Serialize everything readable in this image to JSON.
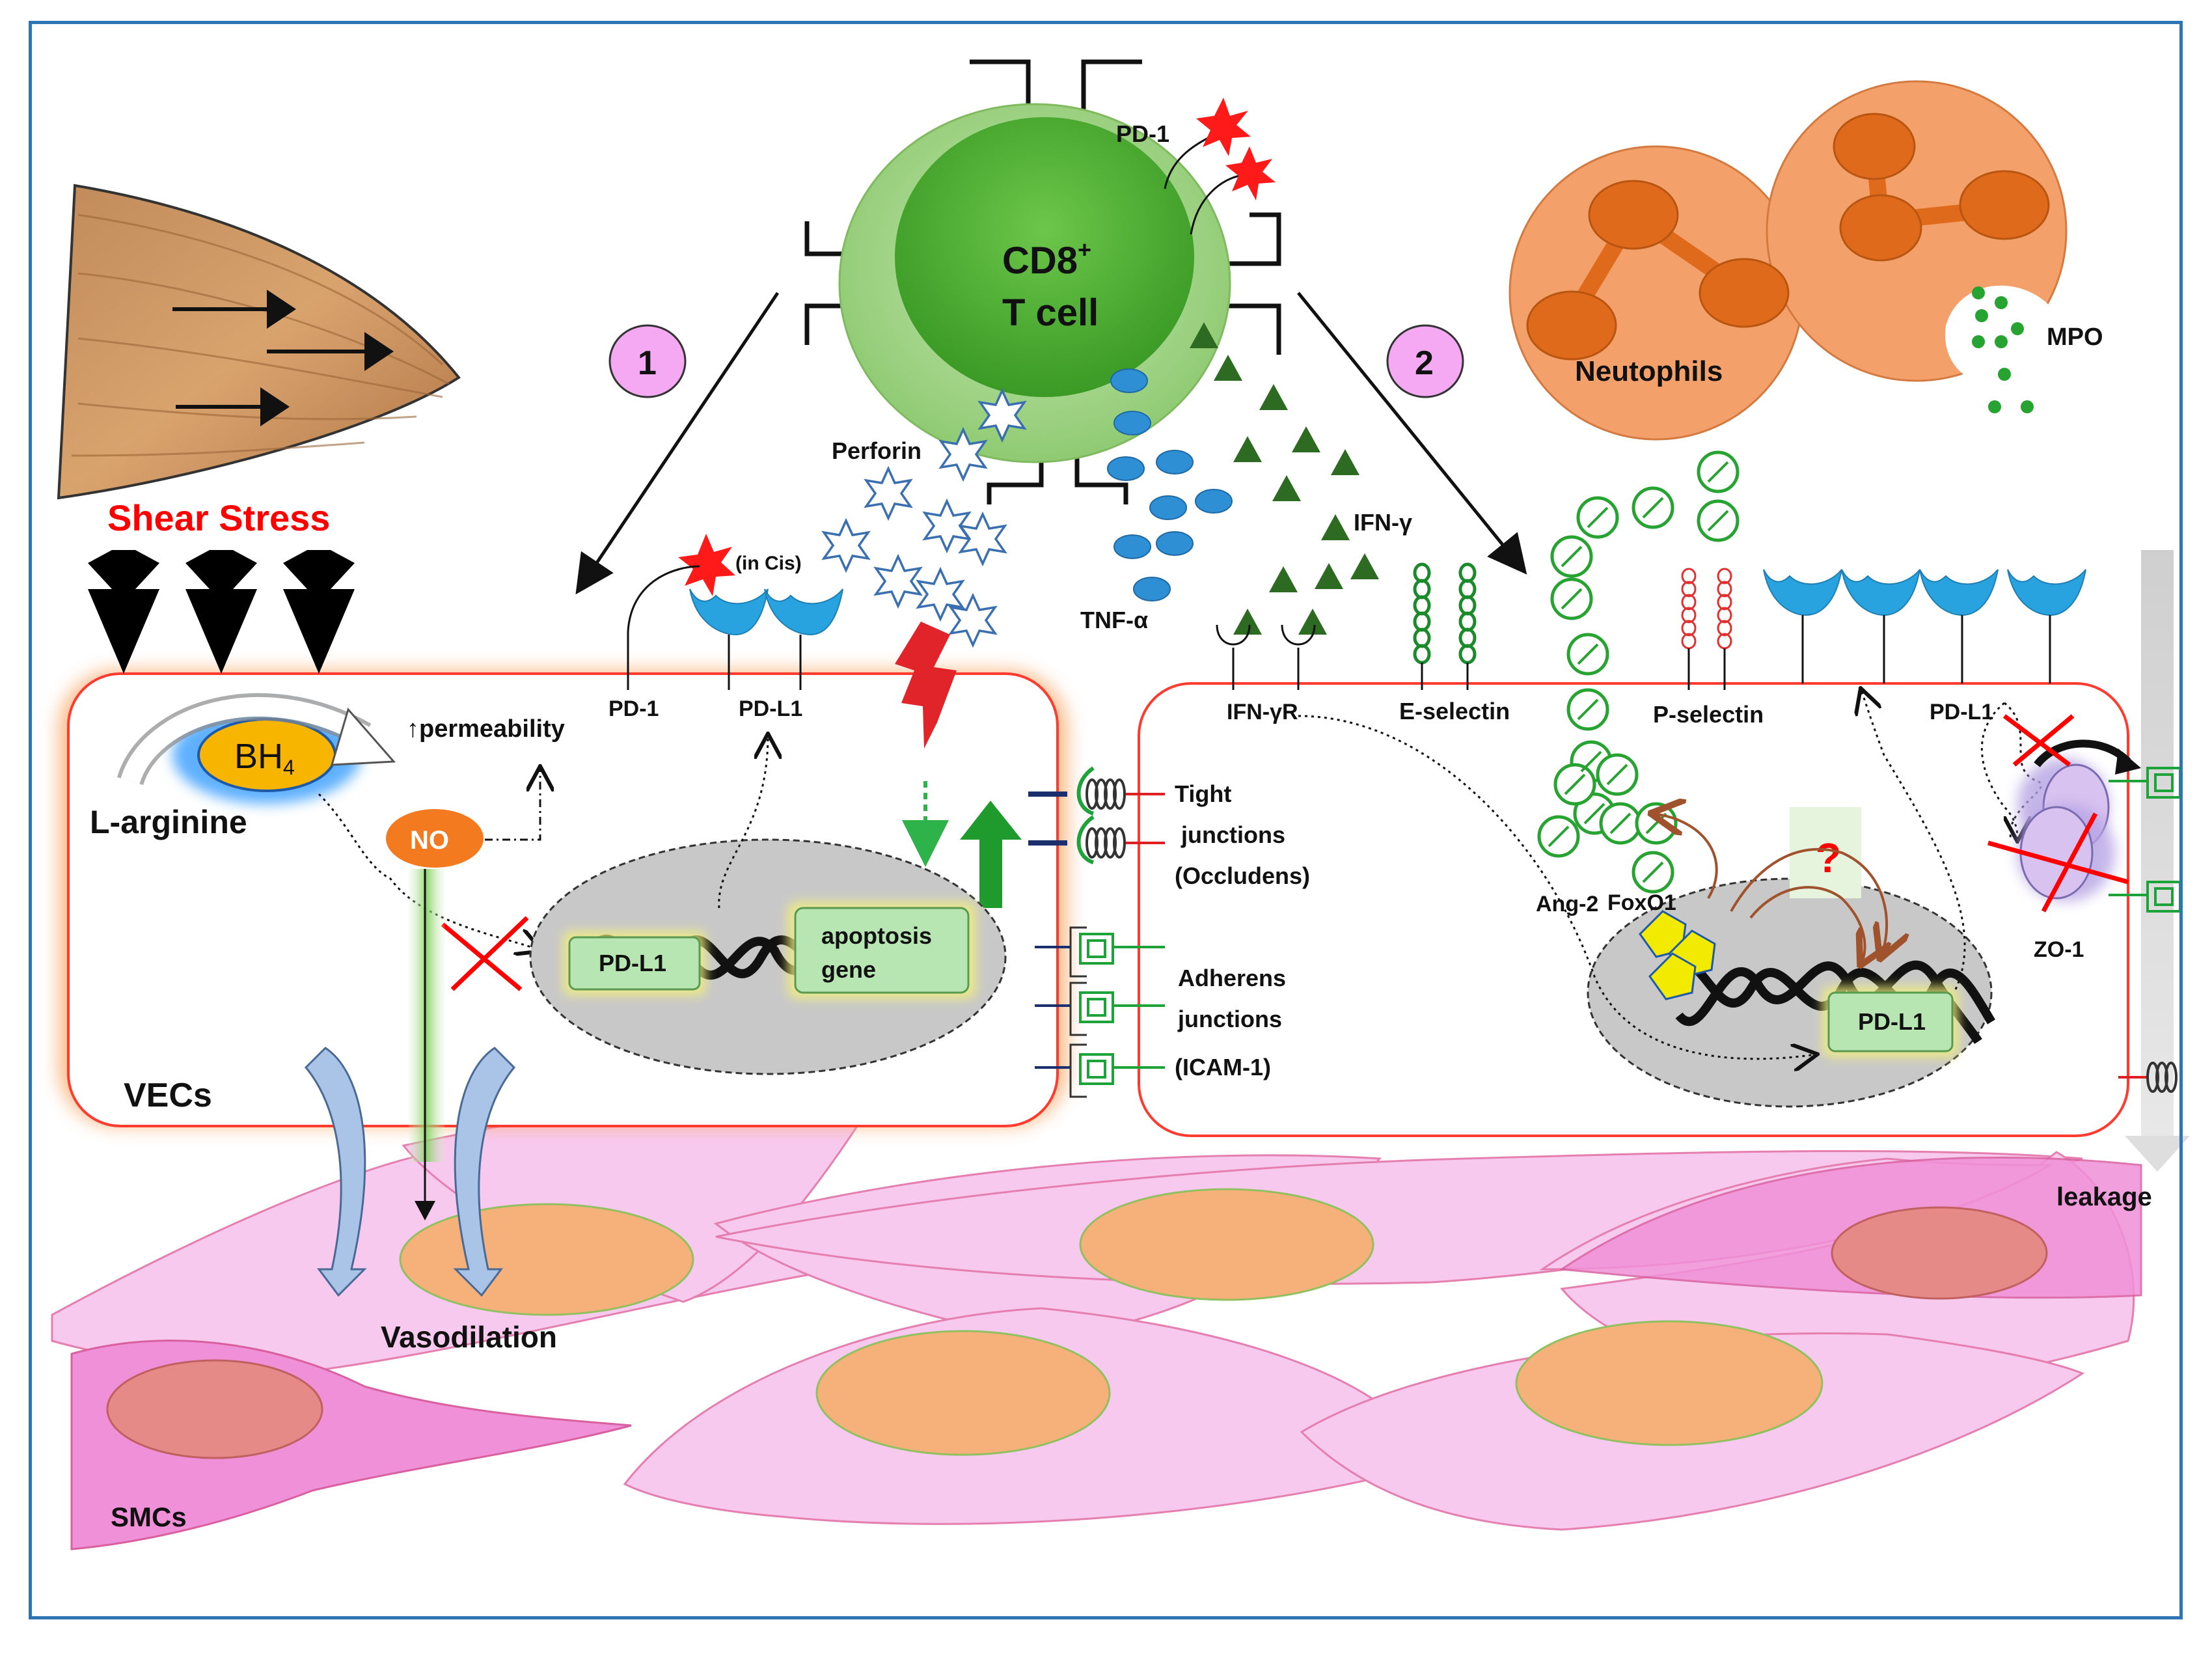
{
  "labels": {
    "cd8": "CD8",
    "cd8_sup": "+",
    "tcell": "T cell",
    "pd1_top": "PD-1",
    "step1": "1",
    "step2": "2",
    "neutrophils": "Neutophils",
    "mpo": "MPO",
    "shear_stress": "Shear Stress",
    "perforin": "Perforin",
    "in_cis": "(in Cis)",
    "ifn_gamma": "IFN-γ",
    "tnf_alpha": "TNF-α",
    "bh4": "BH",
    "bh4_sub": "4",
    "l_arginine": "L-arginine",
    "permeability": "↑permeability",
    "no": "NO",
    "pd1_left": "PD-1",
    "pdl1_left": "PD-L1",
    "pdl1_nucleus_left": "PD-L1",
    "apoptosis_gene": "apoptosis",
    "apoptosis_gene_2": "gene",
    "vecs": "VECs",
    "tight_1": "Tight",
    "tight_2": "junctions",
    "tight_3": "(Occludens)",
    "adherens_1": "Adherens",
    "adherens_2": "junctions",
    "adherens_3": "(ICAM-1)",
    "ifn_gamma_r": "IFN-γR",
    "e_selectin": "E-selectin",
    "p_selectin": "P-selectin",
    "pdl1_right_top": "PD-L1",
    "ang2": "Ang-2",
    "foxo1": "FoxO1",
    "question": "?",
    "pdl1_nucleus_right": "PD-L1",
    "zo1": "ZO-1",
    "leakage": "leakage",
    "vasodilation": "Vasodilation",
    "smcs": "SMCs"
  },
  "colors": {
    "frame": "#2e75b6",
    "tcell_outer": "#a5d28a",
    "tcell_inner": "#4caf32",
    "neutrophil": "#f4a06a",
    "neutrophil_lobe": "#e06a1c",
    "shear_red": "#ff0000",
    "cell_border": "#ff3b2f",
    "nucleus": "#c8c8c8",
    "smc_fill": "#f7c9ee",
    "smc_nucleus": "#f6b07a",
    "receptor_blue": "#29a3e0",
    "granule_green": "#27a331"
  },
  "icons": [
    "arrow-right-icon",
    "down-arrow-icon",
    "star-icon",
    "lightning-icon",
    "cross-icon",
    "up-arrow-icon"
  ]
}
